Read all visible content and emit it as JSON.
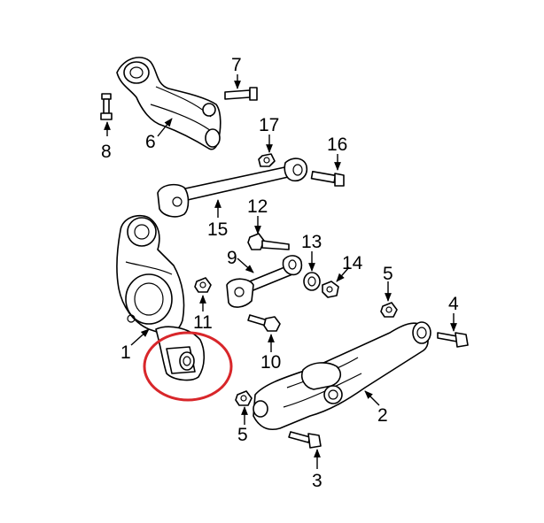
{
  "diagram": {
    "callouts": [
      "1",
      "2",
      "3",
      "4",
      "5",
      "5",
      "6",
      "7",
      "8",
      "9",
      "10",
      "11",
      "12",
      "13",
      "14",
      "15",
      "16",
      "17"
    ],
    "highlight_color": "#d8262a",
    "line_color": "#000000",
    "background": "#ffffff"
  }
}
